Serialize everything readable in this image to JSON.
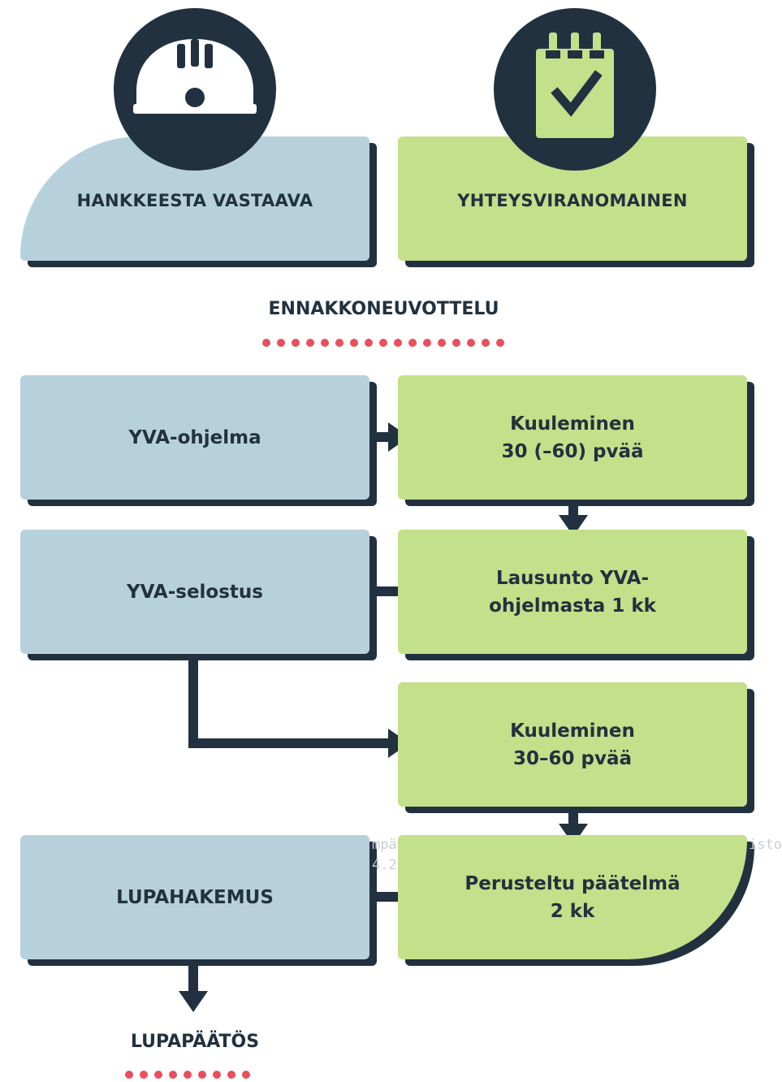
{
  "headers": {
    "left": "HANKKEESTA VASTAAVA",
    "right": "YHTEYSVIRANOMAINEN"
  },
  "icons": {
    "left": "hard-hat-icon",
    "right": "checklist-notepad-icon"
  },
  "preconsultation": "ENNAKKONEUVOTTELU",
  "steps": {
    "yva_program": "YVA-ohjelma",
    "hearing1": {
      "line1": "Kuuleminen",
      "line2": "30 (–60) pvää"
    },
    "yva_report": "YVA-selostus",
    "statement": {
      "line1": "Lausunto YVA-",
      "line2": "ohjelmasta 1 kk"
    },
    "hearing2": {
      "line1": "Kuuleminen",
      "line2": "30–60 pvää"
    },
    "permit_application": "LUPAHAKEMUS",
    "conclusion": {
      "line1": "Perusteltu päätelmä",
      "line2": "2 kk"
    }
  },
  "final": "LUPAPÄÄTÖS",
  "watermark": {
    "left_a": "mpä",
    "left_b": "4.2",
    "right": "isto"
  },
  "colors": {
    "dark": "#22313f",
    "blue": "#b7d1dc",
    "green": "#c3e08a",
    "accent_dots": "#e8505b"
  }
}
